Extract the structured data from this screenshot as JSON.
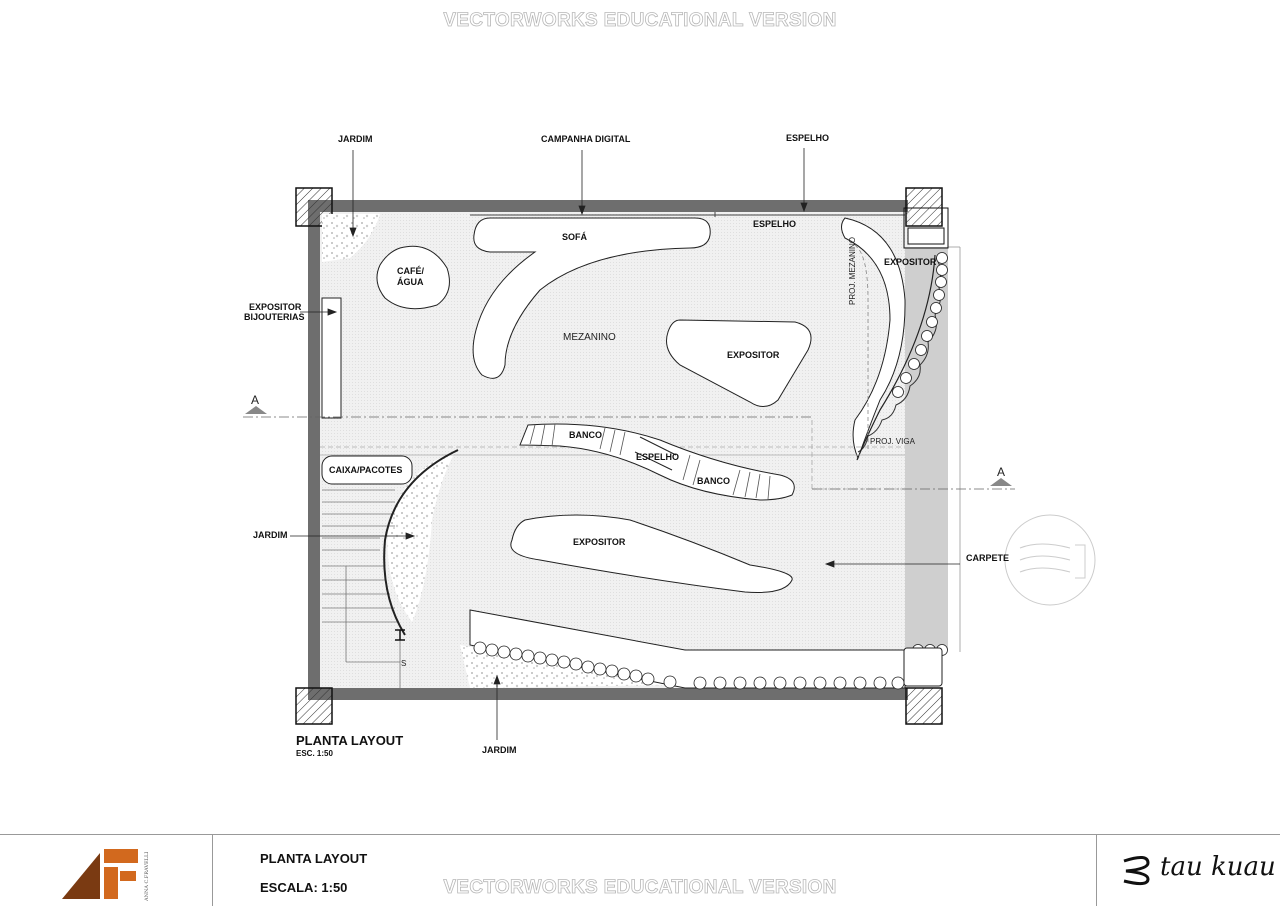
{
  "watermark": {
    "top": "VECTORWORKS EDUCATIONAL VERSION",
    "bottom": "VECTORWORKS EDUCATIONAL VERSION"
  },
  "plan": {
    "title": "PLANTA LAYOUT",
    "scale": "ESC. 1:50",
    "section_marker": "A",
    "callouts": {
      "jardim_top": "JARDIM",
      "campanha_digital": "CAMPANHA DIGITAL",
      "espelho_top": "ESPELHO",
      "expositor_bijouterias_1": "EXPOSITOR",
      "expositor_bijouterias_2": "BIJOUTERIAS",
      "jardim_left": "JARDIM",
      "carpete": "CARPETE",
      "jardim_bottom": "JARDIM"
    },
    "rooms": {
      "sofa": "SOFÁ",
      "espelho_wall": "ESPELHO",
      "cafe_1": "CAFÉ/",
      "cafe_2": "ÁGUA",
      "mezanino": "MEZANINO",
      "expositor_center": "EXPOSITOR",
      "expositor_right": "EXPOSITOR",
      "proj_mezanino": "PROJ. MEZANINO",
      "proj_viga": "PROJ. VIGA",
      "banco_1": "BANCO",
      "espelho_center": "ESPELHO",
      "banco_2": "BANCO",
      "caixa_pacotes": "CAIXA/PACOTES",
      "expositor_bottom": "EXPOSITOR",
      "stair_s": "S"
    }
  },
  "title_block": {
    "logo_caption": "ANNA C.FRAVELLI",
    "sheet_title": "PLANTA LAYOUT",
    "scale_label": "ESCALA: 1:50",
    "brand": "tau kuau"
  },
  "colors": {
    "wall": "#6e6e6e",
    "floor": "#efefef",
    "carpet": "#cfcfcf",
    "logo_orange": "#d2691e",
    "logo_brown": "#7a3a12"
  }
}
